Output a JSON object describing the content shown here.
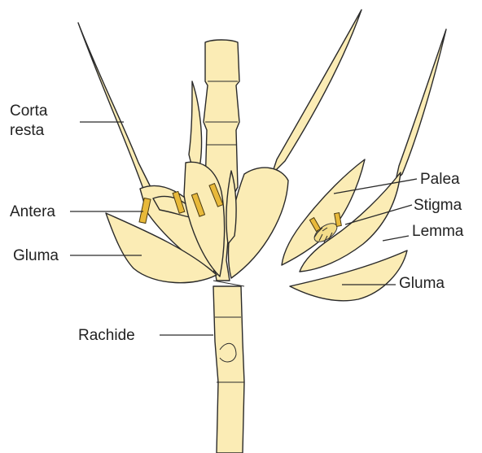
{
  "labels": {
    "corta_resta_line1": "Corta",
    "corta_resta_line2": "resta",
    "antera": "Antera",
    "gluma_left": "Gluma",
    "rachide": "Rachide",
    "palea": "Palea",
    "stigma": "Stigma",
    "lemma": "Lemma",
    "gluma_right": "Gluma"
  },
  "colors": {
    "organ_fill": "#fbecb5",
    "anther_fill": "#e8b93a",
    "outline": "#2a2a2a"
  }
}
